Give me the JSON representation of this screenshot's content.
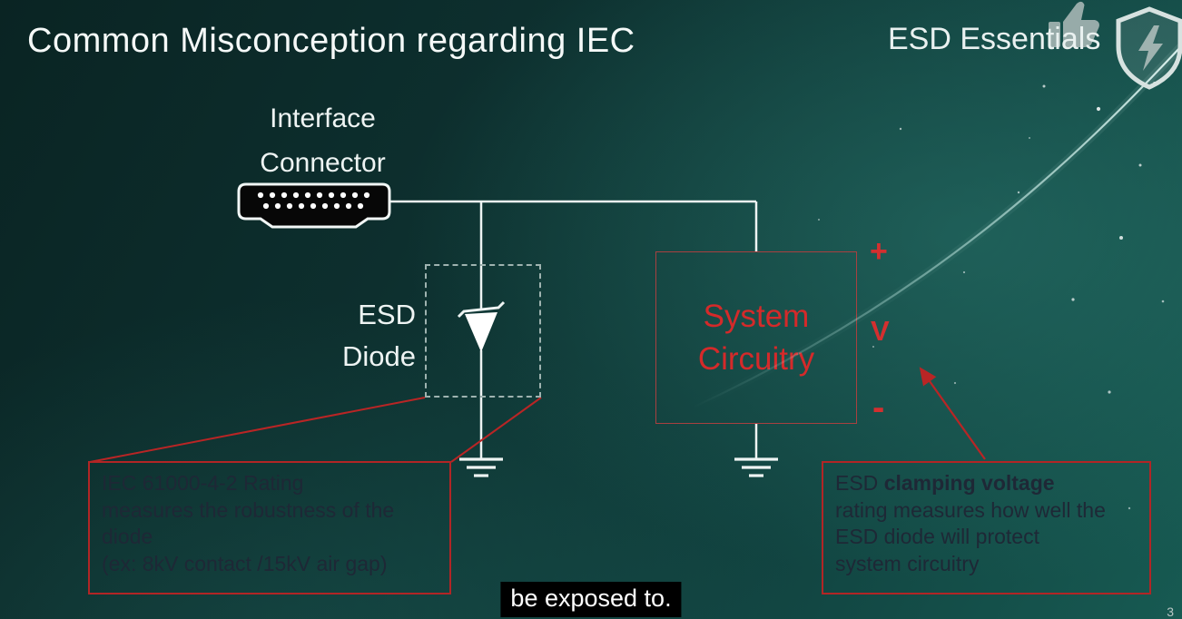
{
  "slide": {
    "title": "Common Misconception regarding IEC",
    "brand": "ESD Essentials",
    "page_number": "3",
    "subtitle": "be exposed to."
  },
  "diagram": {
    "connector": {
      "line1": "Interface",
      "line2": "Connector"
    },
    "esd_diode": {
      "line1": "ESD",
      "line2": "Diode"
    },
    "system_box": {
      "line1": "System",
      "line2": "Circuitry"
    },
    "terminals": {
      "plus": "+",
      "v": "V",
      "minus": "-"
    }
  },
  "callouts": {
    "iec_rating": {
      "line1": "IEC 61000-4-2 Rating",
      "line2": "measures the robustness of the",
      "line3": "diode",
      "line4": "(ex: 8kV contact /15kV air gap)"
    },
    "clamping": {
      "line1_prefix": "ESD ",
      "line1_bold": "clamping voltage",
      "line2": "rating measures how well the",
      "line3": "ESD diode will protect",
      "line4": "system circuitry"
    }
  },
  "colors": {
    "accent_red": "#b92525",
    "text_dark": "#1e2836",
    "background_teal": "#114340",
    "wire_white": "#f2f7f6"
  },
  "icons": {
    "thumbs_up": "thumbs-up-icon",
    "shield": "shield-icon"
  }
}
